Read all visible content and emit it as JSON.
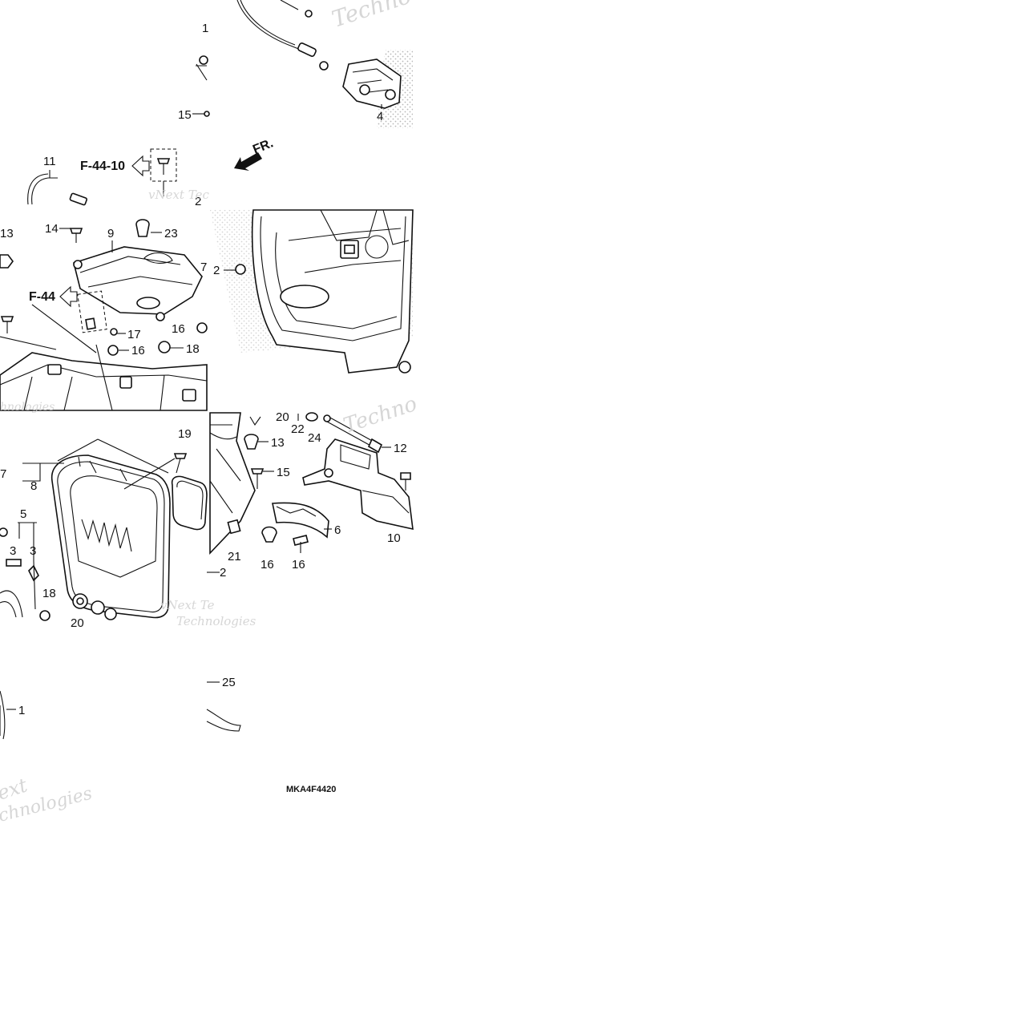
{
  "diagram": {
    "code_label": "MKA4F4420",
    "direction_label": "FR.",
    "ref_labels": [
      "F-44-10",
      "F-44"
    ],
    "watermark_text": [
      "Techno",
      "vNext Tec",
      "Technologies",
      "ext",
      "chnologies",
      "Techno",
      "vNext Te",
      "hnologies"
    ],
    "callouts": {
      "c1": "1",
      "c2": "2",
      "c3": "3",
      "c4": "4",
      "c5": "5",
      "c6": "6",
      "c7": "7",
      "c8": "8",
      "c9": "9",
      "c10": "10",
      "c11": "11",
      "c12": "12",
      "c13": "13",
      "c14": "14",
      "c15": "15",
      "c16": "16",
      "c17": "17",
      "c18": "18",
      "c19": "19",
      "c20": "20",
      "c21": "21",
      "c22": "22",
      "c23": "23",
      "c24": "24",
      "c25": "25"
    }
  }
}
